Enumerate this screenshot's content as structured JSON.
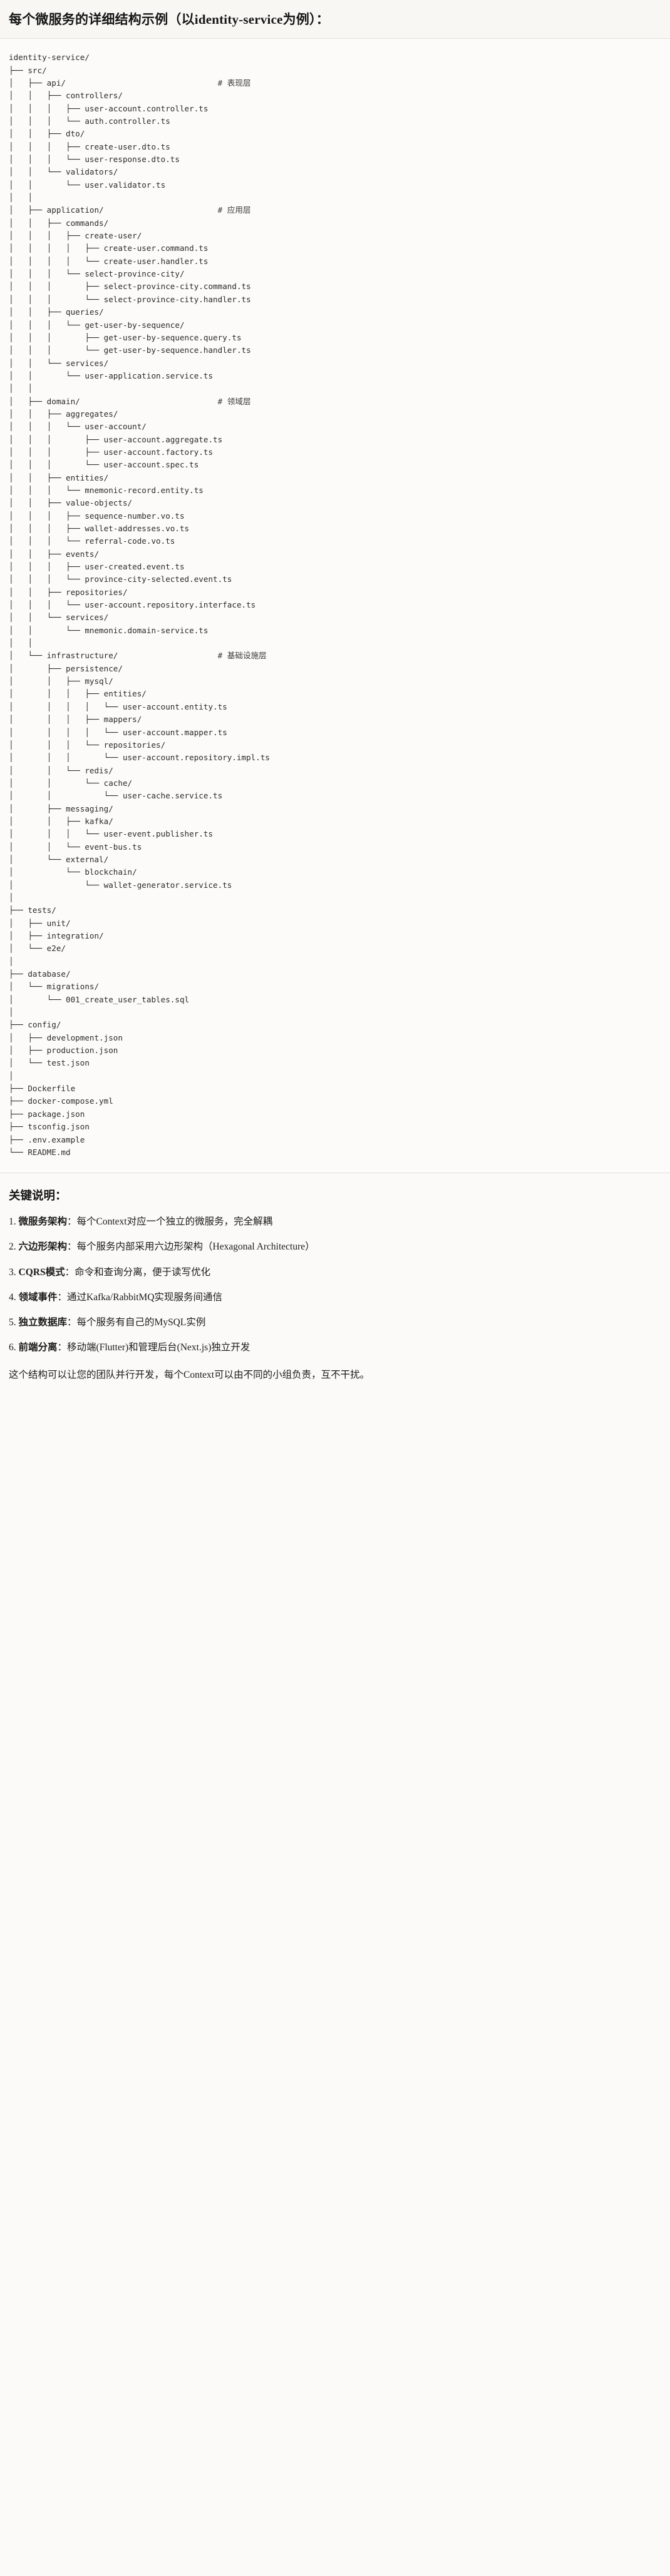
{
  "header": {
    "title": "每个微服务的详细结构示例（以identity-service为例）："
  },
  "tree": {
    "root": "identity-service/",
    "lines": [
      {
        "path": "identity-service/",
        "comment": ""
      },
      {
        "path": "├── src/",
        "comment": ""
      },
      {
        "path": "│   ├── api/",
        "comment": "# 表现层"
      },
      {
        "path": "│   │   ├── controllers/",
        "comment": ""
      },
      {
        "path": "│   │   │   ├── user-account.controller.ts",
        "comment": ""
      },
      {
        "path": "│   │   │   └── auth.controller.ts",
        "comment": ""
      },
      {
        "path": "│   │   ├── dto/",
        "comment": ""
      },
      {
        "path": "│   │   │   ├── create-user.dto.ts",
        "comment": ""
      },
      {
        "path": "│   │   │   └── user-response.dto.ts",
        "comment": ""
      },
      {
        "path": "│   │   └── validators/",
        "comment": ""
      },
      {
        "path": "│   │       └── user.validator.ts",
        "comment": ""
      },
      {
        "path": "│   │",
        "comment": ""
      },
      {
        "path": "│   ├── application/",
        "comment": "# 应用层"
      },
      {
        "path": "│   │   ├── commands/",
        "comment": ""
      },
      {
        "path": "│   │   │   ├── create-user/",
        "comment": ""
      },
      {
        "path": "│   │   │   │   ├── create-user.command.ts",
        "comment": ""
      },
      {
        "path": "│   │   │   │   └── create-user.handler.ts",
        "comment": ""
      },
      {
        "path": "│   │   │   └── select-province-city/",
        "comment": ""
      },
      {
        "path": "│   │   │       ├── select-province-city.command.ts",
        "comment": ""
      },
      {
        "path": "│   │   │       └── select-province-city.handler.ts",
        "comment": ""
      },
      {
        "path": "│   │   ├── queries/",
        "comment": ""
      },
      {
        "path": "│   │   │   └── get-user-by-sequence/",
        "comment": ""
      },
      {
        "path": "│   │   │       ├── get-user-by-sequence.query.ts",
        "comment": ""
      },
      {
        "path": "│   │   │       └── get-user-by-sequence.handler.ts",
        "comment": ""
      },
      {
        "path": "│   │   └── services/",
        "comment": ""
      },
      {
        "path": "│   │       └── user-application.service.ts",
        "comment": ""
      },
      {
        "path": "│   │",
        "comment": ""
      },
      {
        "path": "│   ├── domain/",
        "comment": "# 领域层"
      },
      {
        "path": "│   │   ├── aggregates/",
        "comment": ""
      },
      {
        "path": "│   │   │   └── user-account/",
        "comment": ""
      },
      {
        "path": "│   │   │       ├── user-account.aggregate.ts",
        "comment": ""
      },
      {
        "path": "│   │   │       ├── user-account.factory.ts",
        "comment": ""
      },
      {
        "path": "│   │   │       └── user-account.spec.ts",
        "comment": ""
      },
      {
        "path": "│   │   ├── entities/",
        "comment": ""
      },
      {
        "path": "│   │   │   └── mnemonic-record.entity.ts",
        "comment": ""
      },
      {
        "path": "│   │   ├── value-objects/",
        "comment": ""
      },
      {
        "path": "│   │   │   ├── sequence-number.vo.ts",
        "comment": ""
      },
      {
        "path": "│   │   │   ├── wallet-addresses.vo.ts",
        "comment": ""
      },
      {
        "path": "│   │   │   └── referral-code.vo.ts",
        "comment": ""
      },
      {
        "path": "│   │   ├── events/",
        "comment": ""
      },
      {
        "path": "│   │   │   ├── user-created.event.ts",
        "comment": ""
      },
      {
        "path": "│   │   │   └── province-city-selected.event.ts",
        "comment": ""
      },
      {
        "path": "│   │   ├── repositories/",
        "comment": ""
      },
      {
        "path": "│   │   │   └── user-account.repository.interface.ts",
        "comment": ""
      },
      {
        "path": "│   │   └── services/",
        "comment": ""
      },
      {
        "path": "│   │       └── mnemonic.domain-service.ts",
        "comment": ""
      },
      {
        "path": "│   │",
        "comment": ""
      },
      {
        "path": "│   └── infrastructure/",
        "comment": "# 基础设施层"
      },
      {
        "path": "│       ├── persistence/",
        "comment": ""
      },
      {
        "path": "│       │   ├── mysql/",
        "comment": ""
      },
      {
        "path": "│       │   │   ├── entities/",
        "comment": ""
      },
      {
        "path": "│       │   │   │   └── user-account.entity.ts",
        "comment": ""
      },
      {
        "path": "│       │   │   ├── mappers/",
        "comment": ""
      },
      {
        "path": "│       │   │   │   └── user-account.mapper.ts",
        "comment": ""
      },
      {
        "path": "│       │   │   └── repositories/",
        "comment": ""
      },
      {
        "path": "│       │   │       └── user-account.repository.impl.ts",
        "comment": ""
      },
      {
        "path": "│       │   └── redis/",
        "comment": ""
      },
      {
        "path": "│       │       └── cache/",
        "comment": ""
      },
      {
        "path": "│       │           └── user-cache.service.ts",
        "comment": ""
      },
      {
        "path": "│       ├── messaging/",
        "comment": ""
      },
      {
        "path": "│       │   ├── kafka/",
        "comment": ""
      },
      {
        "path": "│       │   │   └── user-event.publisher.ts",
        "comment": ""
      },
      {
        "path": "│       │   └── event-bus.ts",
        "comment": ""
      },
      {
        "path": "│       └── external/",
        "comment": ""
      },
      {
        "path": "│           └── blockchain/",
        "comment": ""
      },
      {
        "path": "│               └── wallet-generator.service.ts",
        "comment": ""
      },
      {
        "path": "│",
        "comment": ""
      },
      {
        "path": "├── tests/",
        "comment": ""
      },
      {
        "path": "│   ├── unit/",
        "comment": ""
      },
      {
        "path": "│   ├── integration/",
        "comment": ""
      },
      {
        "path": "│   └── e2e/",
        "comment": ""
      },
      {
        "path": "│",
        "comment": ""
      },
      {
        "path": "├── database/",
        "comment": ""
      },
      {
        "path": "│   └── migrations/",
        "comment": ""
      },
      {
        "path": "│       └── 001_create_user_tables.sql",
        "comment": ""
      },
      {
        "path": "│",
        "comment": ""
      },
      {
        "path": "├── config/",
        "comment": ""
      },
      {
        "path": "│   ├── development.json",
        "comment": ""
      },
      {
        "path": "│   ├── production.json",
        "comment": ""
      },
      {
        "path": "│   └── test.json",
        "comment": ""
      },
      {
        "path": "│",
        "comment": ""
      },
      {
        "path": "├── Dockerfile",
        "comment": ""
      },
      {
        "path": "├── docker-compose.yml",
        "comment": ""
      },
      {
        "path": "├── package.json",
        "comment": ""
      },
      {
        "path": "├── tsconfig.json",
        "comment": ""
      },
      {
        "path": "├── .env.example",
        "comment": ""
      },
      {
        "path": "└── README.md",
        "comment": ""
      }
    ]
  },
  "notes": {
    "title": "关键说明：",
    "items": [
      {
        "num": "1.",
        "term": "微服务架构",
        "sep": "：",
        "desc": "每个Context对应一个独立的微服务，完全解耦"
      },
      {
        "num": "2.",
        "term": "六边形架构",
        "sep": "：",
        "desc": "每个服务内部采用六边形架构（Hexagonal Architecture）"
      },
      {
        "num": "3.",
        "term": "CQRS模式",
        "sep": "：",
        "desc": "命令和查询分离，便于读写优化"
      },
      {
        "num": "4.",
        "term": "领域事件",
        "sep": "：",
        "desc": "通过Kafka/RabbitMQ实现服务间通信"
      },
      {
        "num": "5.",
        "term": "独立数据库",
        "sep": "：",
        "desc": "每个服务有自己的MySQL实例"
      },
      {
        "num": "6.",
        "term": "前端分离",
        "sep": "：",
        "desc": "移动端(Flutter)和管理后台(Next.js)独立开发"
      }
    ],
    "footer": "这个结构可以让您的团队并行开发，每个Context可以由不同的小组负责，互不干扰。"
  },
  "style": {
    "page_bg": "#fbfaf8",
    "header_bg": "#f8f7f3",
    "tree_bg": "#fcfbf9",
    "divider": "#e2e0da",
    "text": "#1b1b1b",
    "mono_text": "#2b2b2b"
  }
}
